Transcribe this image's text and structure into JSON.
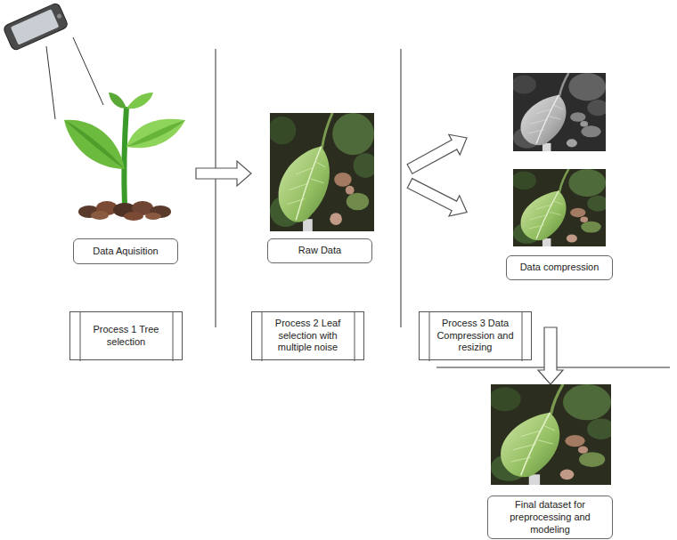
{
  "diagram": {
    "nodes": [
      {
        "text": [
          "Data Aquisition"
        ]
      },
      {
        "text": [
          "Raw Data"
        ]
      },
      {
        "text": [
          "Data compression"
        ]
      },
      {
        "text": [
          "Process 1 Tree selection"
        ]
      },
      {
        "text": [
          "Process 2 Leaf selection with multiple noise"
        ]
      },
      {
        "text": [
          "Process 3 Data Compression and resizing"
        ]
      },
      {
        "text": [
          "Final dataset for preprocessing and modeling"
        ]
      }
    ]
  }
}
